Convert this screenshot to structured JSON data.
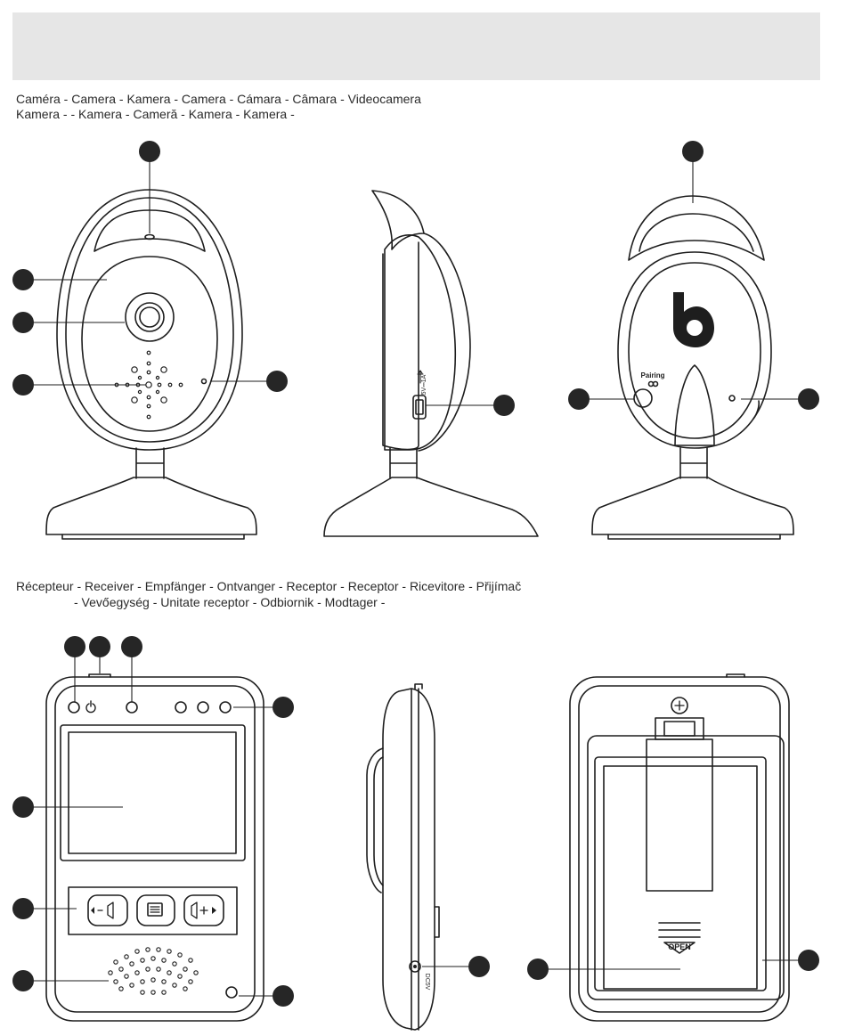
{
  "header": {
    "band": ""
  },
  "camera_section": {
    "caption_line1": "Caméra - Camera - Kamera - Camera - Cámara - Câmara - Videocamera",
    "caption_line2": "Kamera -              - Kamera - Cameră - Kamera - Kamera -"
  },
  "receiver_section": {
    "caption_line1": "Récepteur - Receiver - Empfänger - Ontvanger - Receptor - Receptor - Ricevitore - Přijímač",
    "caption_line2": "- Vevőegység - Unitate receptor - Odbiornik - Modtager -"
  },
  "device_labels": {
    "pairing": "Pairing",
    "usb_rating": "5V⎓1A",
    "dc_rating": "DC5V",
    "battery_door": "OPEN"
  },
  "icons": {
    "power": "power-icon",
    "volume_down": "volume-down-icon",
    "menu": "menu-icon",
    "volume_up": "volume-up-icon",
    "brand_logo": "brand-b-logo",
    "usb": "usb-icon"
  },
  "colors": {
    "callout": "#262626",
    "line": "#1e1e1e",
    "band": "#e6e6e6"
  }
}
